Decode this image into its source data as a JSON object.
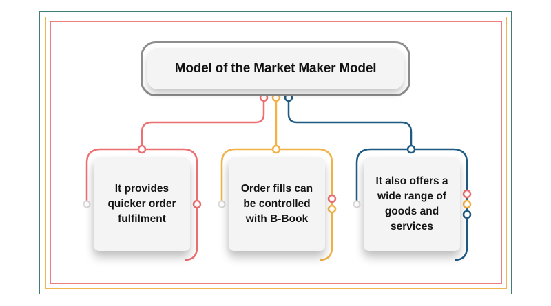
{
  "title": "Model of the Market Maker Model",
  "cards": [
    {
      "text": "It provides\nquicker order\nfulfilment"
    },
    {
      "text": "Order fills can\nbe controlled\nwith B-Book"
    },
    {
      "text": "It also offers a\nwide range of\ngoods and\nservices"
    }
  ],
  "colors": {
    "red": "#ec7071",
    "orange": "#f2b246",
    "navy": "#1f5a83",
    "gray": "#8d8d8d",
    "frame_outer": "#3f7d76",
    "frame_mid": "#f0b54e",
    "frame_inner": "#ec7f7d"
  }
}
